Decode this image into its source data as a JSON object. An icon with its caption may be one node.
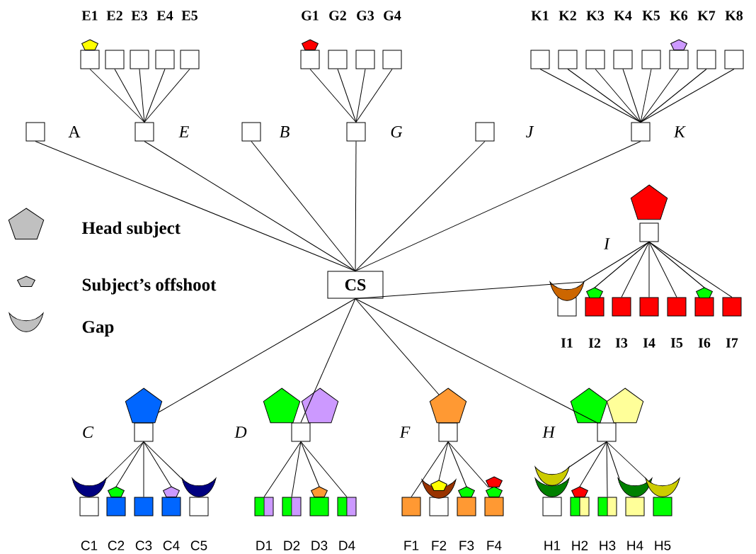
{
  "diagram": {
    "nodes": [
      {
        "text": [],
        "shape": "box",
        "beside": [
          "E1"
        ]
      },
      {
        "text": [],
        "shape": "box",
        "beside": [
          "E2"
        ]
      },
      {
        "text": [],
        "shape": "box",
        "beside": [
          "E3"
        ]
      },
      {
        "text": [],
        "shape": "box",
        "beside": [
          "E4"
        ]
      },
      {
        "text": [],
        "shape": "box",
        "beside": [
          "E5"
        ]
      },
      {
        "text": [],
        "shape": "box",
        "beside": [
          "G1"
        ]
      },
      {
        "text": [],
        "shape": "box",
        "beside": [
          "G2"
        ]
      },
      {
        "text": [],
        "shape": "box",
        "beside": [
          "G3"
        ]
      },
      {
        "text": [],
        "shape": "box",
        "beside": [
          "G4"
        ]
      },
      {
        "text": [],
        "shape": "box",
        "beside": [
          "K1"
        ]
      },
      {
        "text": [],
        "shape": "box",
        "beside": [
          "K2"
        ]
      },
      {
        "text": [],
        "shape": "box",
        "beside": [
          "K3"
        ]
      },
      {
        "text": [],
        "shape": "box",
        "beside": [
          "K4"
        ]
      },
      {
        "text": [],
        "shape": "box",
        "beside": [
          "K5"
        ]
      },
      {
        "text": [],
        "shape": "box",
        "beside": [
          "K6"
        ]
      },
      {
        "text": [],
        "shape": "box",
        "beside": [
          "K7"
        ]
      },
      {
        "text": [],
        "shape": "box",
        "beside": [
          "K8"
        ]
      },
      {
        "text": [],
        "shape": "box",
        "beside": [
          "A"
        ]
      },
      {
        "text": [],
        "shape": "box",
        "beside": [
          "E"
        ]
      },
      {
        "text": [],
        "shape": "box",
        "beside": [
          "B"
        ]
      },
      {
        "text": [],
        "shape": "box",
        "beside": [
          "G"
        ]
      },
      {
        "text": [],
        "shape": "box",
        "beside": [
          "J"
        ]
      },
      {
        "text": [],
        "shape": "box",
        "beside": [
          "K"
        ]
      },
      {
        "text": [],
        "shape": "box",
        "beside": [
          "I"
        ]
      },
      {
        "text": [
          "CS"
        ]
      },
      {
        "text": [],
        "shape": "box",
        "beside": [
          "I1"
        ]
      },
      {
        "text": [],
        "shape": "box",
        "beside": [
          "I2"
        ]
      },
      {
        "text": [],
        "shape": "box",
        "beside": [
          "I3"
        ]
      },
      {
        "text": [],
        "shape": "box",
        "beside": [
          "I4"
        ]
      },
      {
        "text": [],
        "shape": "box",
        "beside": [
          "I5"
        ]
      },
      {
        "text": [],
        "shape": "box",
        "beside": [
          "I6"
        ]
      },
      {
        "text": [],
        "shape": "box",
        "beside": [
          "I7"
        ]
      },
      {
        "text": [],
        "shape": "box",
        "beside": [
          "C"
        ]
      },
      {
        "text": [],
        "shape": "box",
        "beside": [
          "D"
        ]
      },
      {
        "text": [],
        "shape": "box",
        "beside": [
          "F"
        ]
      },
      {
        "text": [],
        "shape": "box",
        "beside": [
          "H"
        ]
      },
      {
        "text": [],
        "shape": "box",
        "beside": [
          "C1"
        ]
      },
      {
        "text": [],
        "shape": "box",
        "beside": [
          "C2"
        ]
      },
      {
        "text": [],
        "shape": "box",
        "beside": [
          "C3"
        ]
      },
      {
        "text": [],
        "shape": "box",
        "beside": [
          "C4"
        ]
      },
      {
        "text": [],
        "shape": "box",
        "beside": [
          "C5"
        ]
      },
      {
        "text": [],
        "shape": "box",
        "beside": [
          "D1"
        ]
      },
      {
        "text": [],
        "shape": "box",
        "beside": [
          "D2"
        ]
      },
      {
        "text": [],
        "shape": "box",
        "beside": [
          "D3"
        ]
      },
      {
        "text": [],
        "shape": "box",
        "beside": [
          "D4"
        ]
      },
      {
        "text": [],
        "shape": "box",
        "beside": [
          "F1"
        ]
      },
      {
        "text": [],
        "shape": "box",
        "beside": [
          "F2"
        ]
      },
      {
        "text": [],
        "shape": "box",
        "beside": [
          "F3"
        ]
      },
      {
        "text": [],
        "shape": "box",
        "beside": [
          "F4"
        ]
      },
      {
        "text": [],
        "shape": "box",
        "beside": [
          "H1"
        ]
      },
      {
        "text": [],
        "shape": "box",
        "beside": [
          "H2"
        ]
      },
      {
        "text": [],
        "shape": "box",
        "beside": [
          "H3"
        ]
      },
      {
        "text": [],
        "shape": "box",
        "beside": [
          "H4"
        ]
      },
      {
        "text": [],
        "shape": "box",
        "beside": [
          "H5"
        ]
      }
    ],
    "edges": [
      {
        "from": 24,
        "to": 17,
        "arrow": "none"
      },
      {
        "from": 24,
        "to": 18,
        "arrow": "none"
      },
      {
        "from": 24,
        "to": 19,
        "arrow": "none"
      },
      {
        "from": 24,
        "to": 20,
        "arrow": "none"
      },
      {
        "from": 24,
        "to": 21,
        "arrow": "none"
      },
      {
        "from": 24,
        "to": 22,
        "arrow": "none"
      },
      {
        "from": 24,
        "to": 25,
        "arrow": "none"
      },
      {
        "from": 24,
        "to": 32,
        "arrow": "none"
      },
      {
        "from": 24,
        "to": 33,
        "arrow": "none"
      },
      {
        "from": 24,
        "to": 34,
        "arrow": "none"
      },
      {
        "from": 24,
        "to": 35,
        "arrow": "none"
      },
      {
        "from": 18,
        "to": 0,
        "arrow": "none"
      },
      {
        "from": 18,
        "to": 1,
        "arrow": "none"
      },
      {
        "from": 18,
        "to": 2,
        "arrow": "none"
      },
      {
        "from": 18,
        "to": 3,
        "arrow": "none"
      },
      {
        "from": 18,
        "to": 4,
        "arrow": "none"
      },
      {
        "from": 20,
        "to": 5,
        "arrow": "none"
      },
      {
        "from": 20,
        "to": 6,
        "arrow": "none"
      },
      {
        "from": 20,
        "to": 7,
        "arrow": "none"
      },
      {
        "from": 20,
        "to": 8,
        "arrow": "none"
      },
      {
        "from": 22,
        "to": 9,
        "arrow": "none"
      },
      {
        "from": 22,
        "to": 10,
        "arrow": "none"
      },
      {
        "from": 22,
        "to": 11,
        "arrow": "none"
      },
      {
        "from": 22,
        "to": 12,
        "arrow": "none"
      },
      {
        "from": 22,
        "to": 13,
        "arrow": "none"
      },
      {
        "from": 22,
        "to": 14,
        "arrow": "none"
      },
      {
        "from": 22,
        "to": 15,
        "arrow": "none"
      },
      {
        "from": 22,
        "to": 16,
        "arrow": "none"
      },
      {
        "from": 23,
        "to": 25,
        "arrow": "none"
      },
      {
        "from": 23,
        "to": 26,
        "arrow": "none"
      },
      {
        "from": 23,
        "to": 27,
        "arrow": "none"
      },
      {
        "from": 23,
        "to": 28,
        "arrow": "none"
      },
      {
        "from": 23,
        "to": 29,
        "arrow": "none"
      },
      {
        "from": 23,
        "to": 30,
        "arrow": "none"
      },
      {
        "from": 23,
        "to": 31,
        "arrow": "none"
      },
      {
        "from": 32,
        "to": 36,
        "arrow": "none"
      },
      {
        "from": 32,
        "to": 37,
        "arrow": "none"
      },
      {
        "from": 32,
        "to": 38,
        "arrow": "none"
      },
      {
        "from": 32,
        "to": 39,
        "arrow": "none"
      },
      {
        "from": 32,
        "to": 40,
        "arrow": "none"
      },
      {
        "from": 33,
        "to": 41,
        "arrow": "none"
      },
      {
        "from": 33,
        "to": 42,
        "arrow": "none"
      },
      {
        "from": 33,
        "to": 43,
        "arrow": "none"
      },
      {
        "from": 33,
        "to": 44,
        "arrow": "none"
      },
      {
        "from": 34,
        "to": 45,
        "arrow": "none"
      },
      {
        "from": 34,
        "to": 46,
        "arrow": "none"
      },
      {
        "from": 34,
        "to": 47,
        "arrow": "none"
      },
      {
        "from": 34,
        "to": 48,
        "arrow": "none"
      },
      {
        "from": 35,
        "to": 49,
        "arrow": "none"
      },
      {
        "from": 35,
        "to": 50,
        "arrow": "none"
      },
      {
        "from": 35,
        "to": 51,
        "arrow": "none"
      },
      {
        "from": 35,
        "to": 52,
        "arrow": "none"
      },
      {
        "from": 35,
        "to": 53,
        "arrow": "none"
      }
    ],
    "legend": [
      {
        "text": "Head subject"
      },
      {
        "text": "Subject’s offshoot"
      },
      {
        "text": "Gap"
      }
    ]
  }
}
